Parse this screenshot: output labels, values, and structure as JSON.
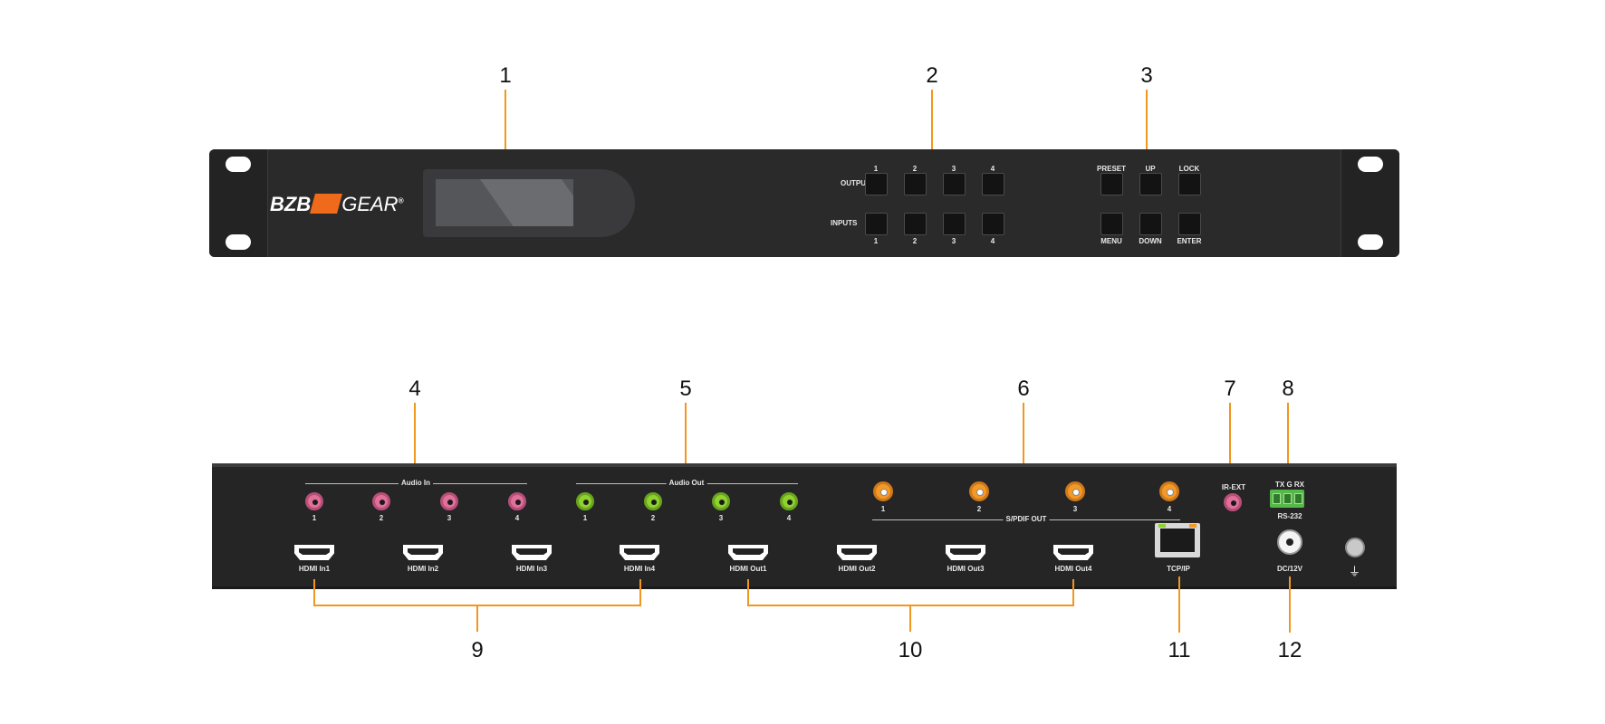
{
  "callouts": [
    "1",
    "2",
    "3",
    "4",
    "5",
    "6",
    "7",
    "8",
    "9",
    "10",
    "11",
    "12"
  ],
  "front_panel": {
    "logo_left": "BZB",
    "logo_right": "GEAR",
    "logo_reg": "®",
    "outputs_label": "OUTPUTS",
    "inputs_label": "INPUTS",
    "output_numbers": [
      "1",
      "2",
      "3",
      "4"
    ],
    "input_numbers": [
      "1",
      "2",
      "3",
      "4"
    ],
    "control_top": [
      "PRESET",
      "UP",
      "LOCK"
    ],
    "control_bottom": [
      "MENU",
      "DOWN",
      "ENTER"
    ]
  },
  "rear_panel": {
    "audio_in_label": "Audio In",
    "audio_out_label": "Audio Out",
    "audio_in_numbers": [
      "1",
      "2",
      "3",
      "4"
    ],
    "audio_out_numbers": [
      "1",
      "2",
      "3",
      "4"
    ],
    "spdif_numbers": [
      "1",
      "2",
      "3",
      "4"
    ],
    "spdif_label": "S/PDIF OUT",
    "ir_label": "IR-EXT",
    "rs232_pins": "TX G RX",
    "rs232_label": "RS-232",
    "hdmi_labels": [
      "HDMI In1",
      "HDMI In2",
      "HDMI In3",
      "HDMI In4",
      "HDMI Out1",
      "HDMI Out2",
      "HDMI Out3",
      "HDMI Out4"
    ],
    "tcpip_label": "TCP/IP",
    "dc_label": "DC/12V",
    "ground_symbol": "⏚"
  },
  "colors": {
    "callout_line": "#f2961e",
    "chassis": "#2a2a2b",
    "audio_in_jack": "#e0709a",
    "audio_out_jack": "#8fd22e",
    "spdif_jack": "#f29a28",
    "rs232_terminal": "#56b848",
    "logo_accent": "#f06a1c"
  }
}
